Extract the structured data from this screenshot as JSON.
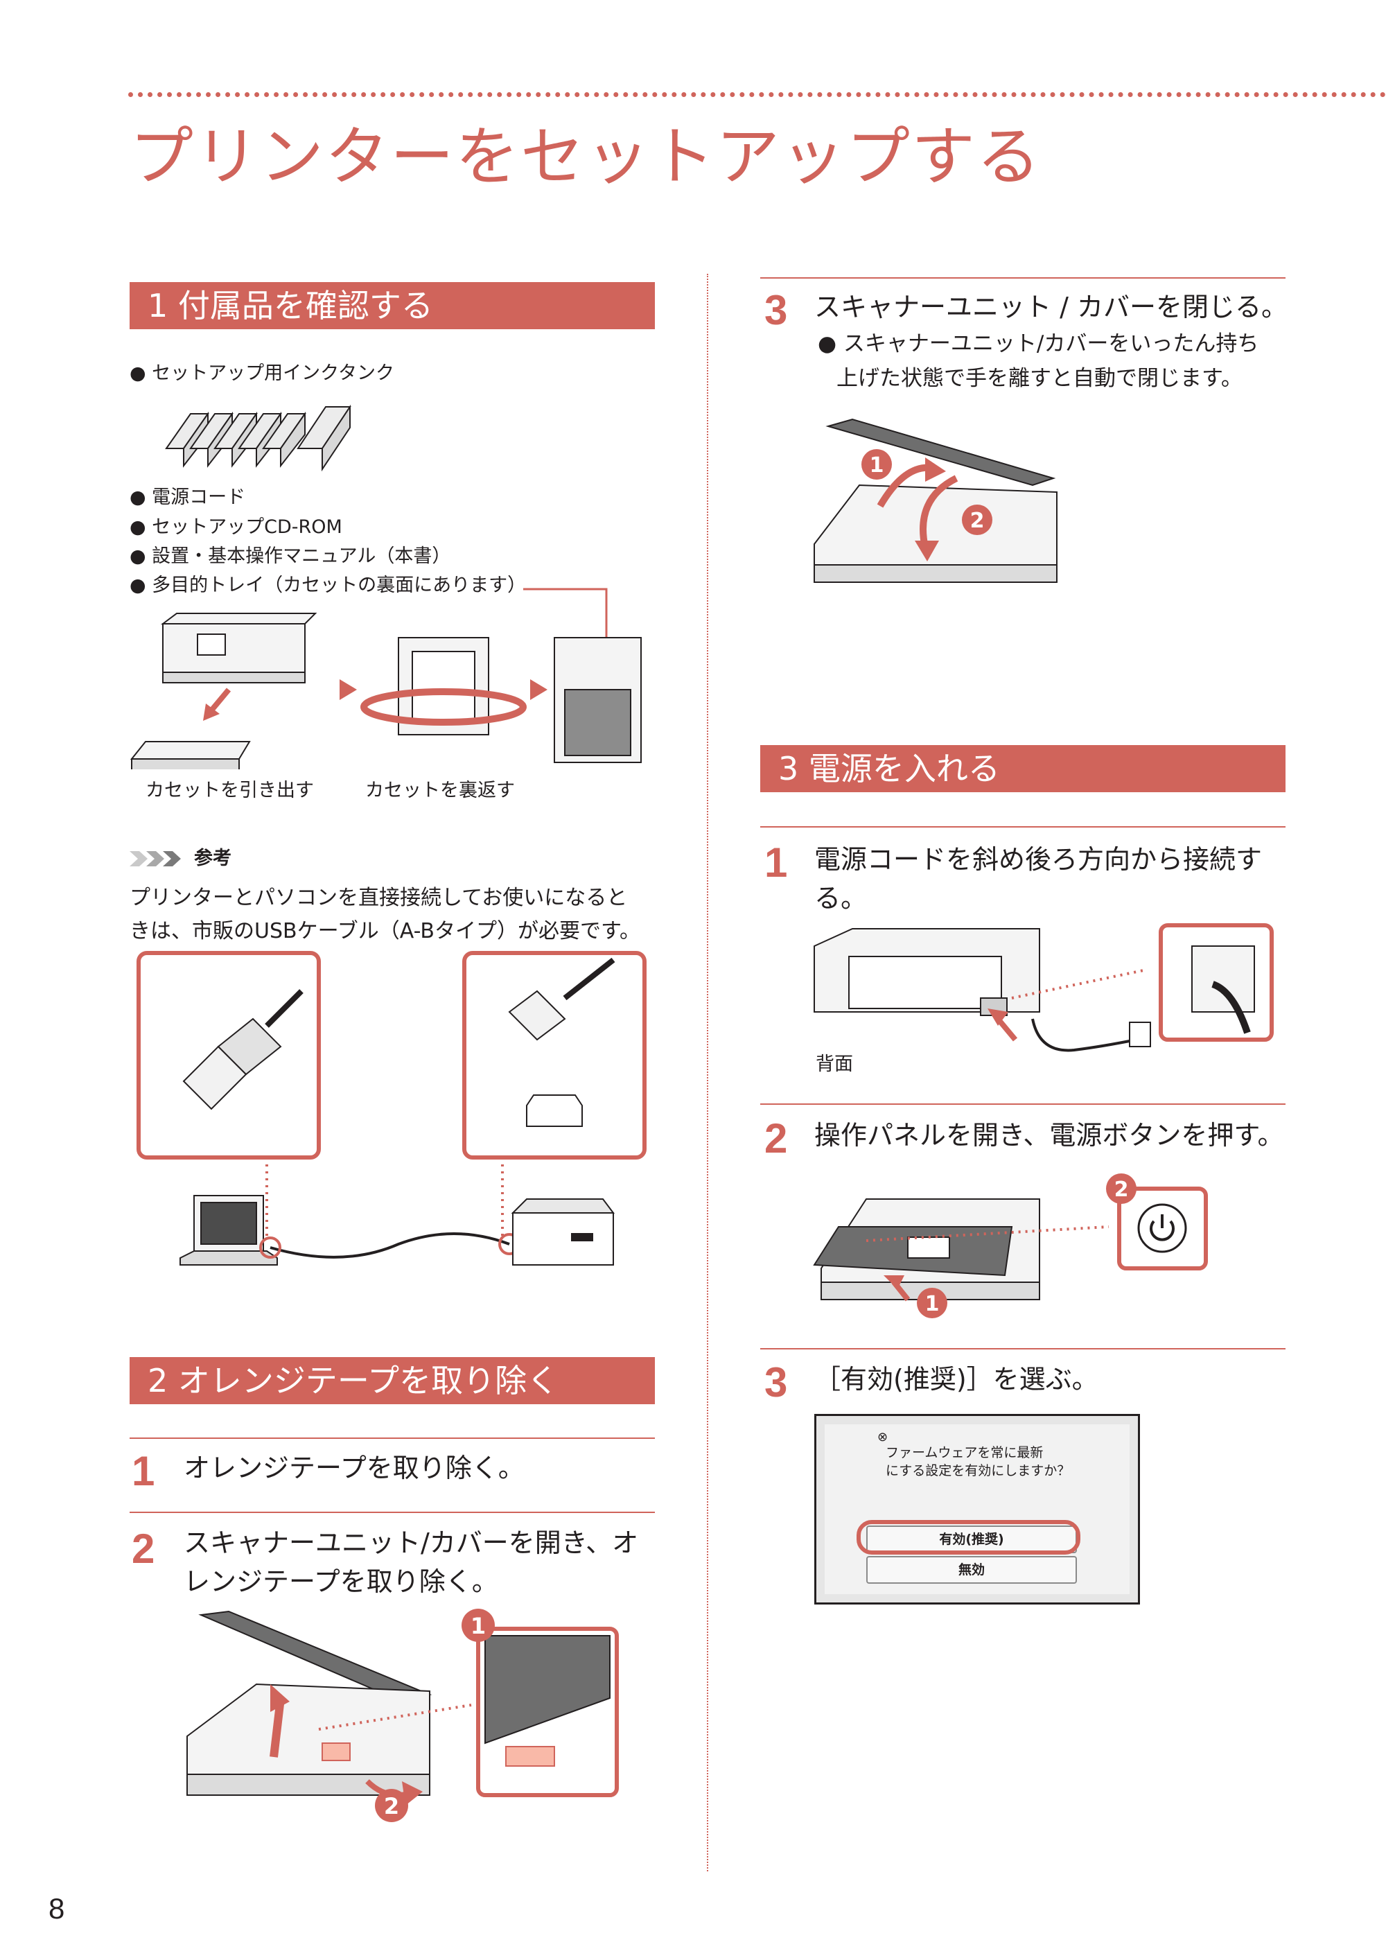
{
  "page": {
    "title": "プリンターをセットアップする",
    "page_number": "8"
  },
  "section1": {
    "header": "1 付属品を確認する",
    "items": [
      "● セットアップ用インクタンク",
      "● 電源コード",
      "● セットアップCD-ROM",
      "● 設置・基本操作マニュアル（本書）",
      "● 多目的トレイ（カセットの裏面にあります）"
    ],
    "captions": [
      "カセットを引き出す",
      "カセットを裏返す"
    ],
    "note_label": "参考",
    "note_lines": [
      "プリンターとパソコンを直接接続してお使いになると",
      "きは、市販のUSBケーブル（A-Bタイプ）が必要です。"
    ]
  },
  "section2": {
    "header": "2 オレンジテープを取り除く",
    "steps": [
      {
        "num": "1",
        "lines": [
          "オレンジテープを取り除く。"
        ]
      },
      {
        "num": "2",
        "lines": [
          "スキャナーユニット/カバーを開き、オ",
          "レンジテープを取り除く。"
        ]
      }
    ],
    "badges": [
      "1",
      "2"
    ]
  },
  "section2_cont": {
    "step": {
      "num": "3",
      "lines": [
        "スキャナーユニット / カバーを閉じる。"
      ]
    },
    "note_lines": [
      "● スキャナーユニット/カバーをいったん持ち",
      "上げた状態で手を離すと自動で閉じます。"
    ],
    "badges": [
      "1",
      "2"
    ]
  },
  "section3": {
    "header": "3 電源を入れる",
    "steps": [
      {
        "num": "1",
        "lines": [
          "電源コードを斜め後ろ方向から接続す",
          "る。"
        ]
      },
      {
        "num": "2",
        "lines": [
          "操作パネルを開き、電源ボタンを押す。"
        ]
      },
      {
        "num": "3",
        "lines": [
          "［有効(推奨)］を選ぶ。"
        ]
      }
    ],
    "back_label": "背面",
    "badges": [
      "2",
      "1"
    ],
    "screen": {
      "prompt_lines": [
        "ファームウェアを常に最新",
        "にする設定を有効にしますか？"
      ],
      "btn_enable": "有効(推奨)",
      "btn_disable": "無効"
    }
  },
  "colors": {
    "accent": "#d0645b",
    "text": "#231f20"
  }
}
